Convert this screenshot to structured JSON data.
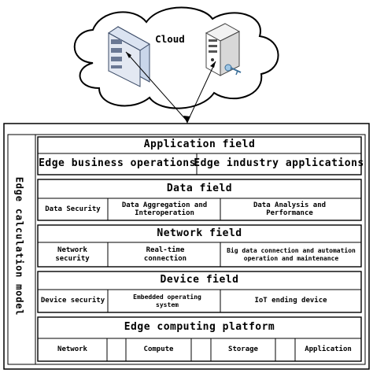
{
  "cloud": {
    "label": "Cloud"
  },
  "model": {
    "label": "Edge calculation model"
  },
  "layers": {
    "application": {
      "title": "Application field",
      "cells": [
        "Edge business operations",
        "Edge industry applications"
      ]
    },
    "data": {
      "title": "Data field",
      "cells": [
        "Data Security",
        "Data Aggregation and Interoperation",
        "Data Analysis and Performance"
      ]
    },
    "network": {
      "title": "Network field",
      "cells": [
        "Network security",
        "Real-time connection",
        "Big data connection and automation operation and maintenance"
      ]
    },
    "device": {
      "title": "Device field",
      "cells": [
        "Device security",
        "Embedded operating system",
        "IoT ending device"
      ]
    },
    "platform": {
      "title": "Edge computing platform",
      "cells": [
        "Network",
        "Compute",
        "Storage",
        "Application"
      ]
    }
  }
}
